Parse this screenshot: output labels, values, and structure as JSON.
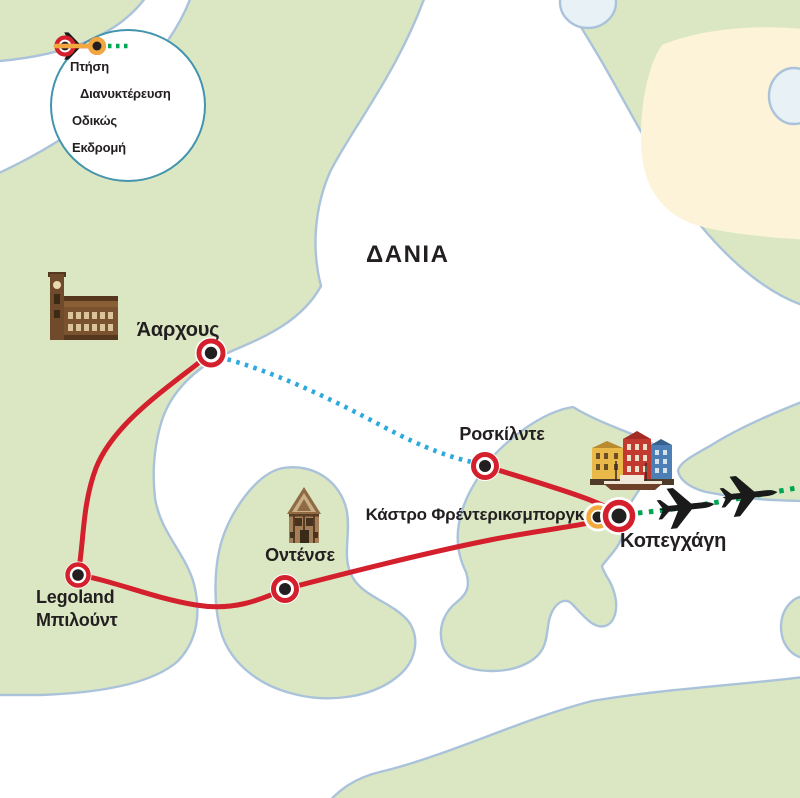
{
  "map": {
    "country_label": "ΔΑΝΙΑ"
  },
  "legend": {
    "items": [
      {
        "type": "flight",
        "label": "Πτήση"
      },
      {
        "type": "overnight",
        "label": "Διανυκτέρευση"
      },
      {
        "type": "road",
        "label": "Οδικώς"
      },
      {
        "type": "excursion",
        "label": "Εκδρομή"
      }
    ]
  },
  "stops": [
    {
      "id": "aarhus",
      "label": "Άαρχους",
      "marker": "overnight"
    },
    {
      "id": "legoland",
      "label_line1": "Legoland",
      "label_line2": "Μπιλούντ",
      "marker": "overnight"
    },
    {
      "id": "odense",
      "label": "Οντένσε",
      "marker": "overnight"
    },
    {
      "id": "roskilde",
      "label": "Ροσκίλντε",
      "marker": "overnight"
    },
    {
      "id": "frederiksborg",
      "label": "Κάστρο Φρέντερικσμποργκ",
      "marker": "excursion"
    },
    {
      "id": "copenhagen",
      "label": "Κοπεγχάγη",
      "marker": "overnight"
    }
  ],
  "colors": {
    "road_route": "#d41f2c",
    "excursion_route": "#f2a83e",
    "flight_route_green": "#00a551",
    "flight_route_cyan": "#2ea9de",
    "land": "#dbe7c2",
    "coastline": "#aac3da",
    "water": "#ffffff",
    "inland_region": "#fcf3d9",
    "lake": "#e8f1f6",
    "legend_border": "#4394ae",
    "text": "#231f20",
    "marker_center": "#231f20"
  }
}
